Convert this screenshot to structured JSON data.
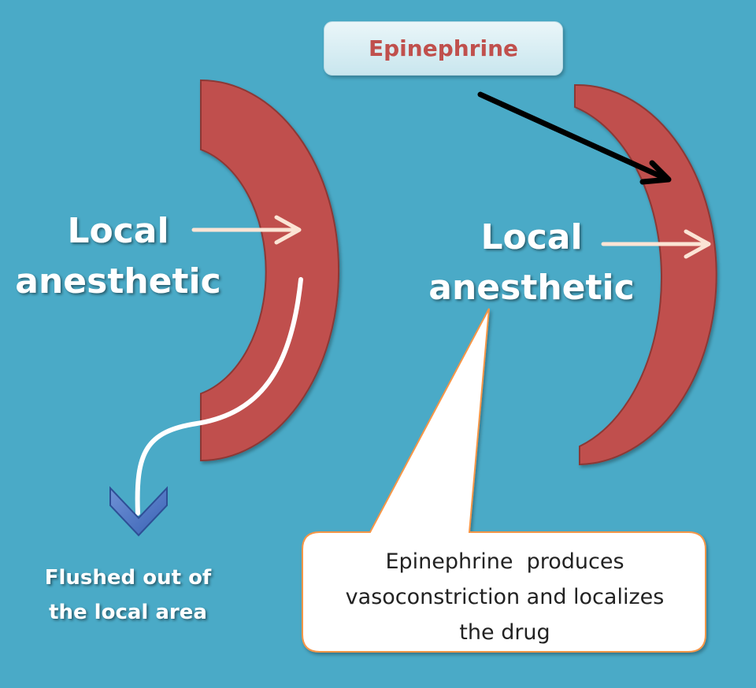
{
  "epinephrine_label": "Epinephrine",
  "left": {
    "label_line1": "Local",
    "label_line2": "anesthetic",
    "outcome_line1": "Flushed out of",
    "outcome_line2": "the local area"
  },
  "right": {
    "label_line1": "Local",
    "label_line2": "anesthetic"
  },
  "callout": {
    "line1": "Epinephrine  produces",
    "line2": "vasoconstriction and localizes",
    "line3": "the drug"
  },
  "colors": {
    "background": "#4aaac7",
    "vessel": "#c0504d",
    "vessel_border": "#8c3836",
    "arrow": "#fbe4d5",
    "callout_border": "#f79646",
    "epinephrine_text": "#c0504d"
  }
}
